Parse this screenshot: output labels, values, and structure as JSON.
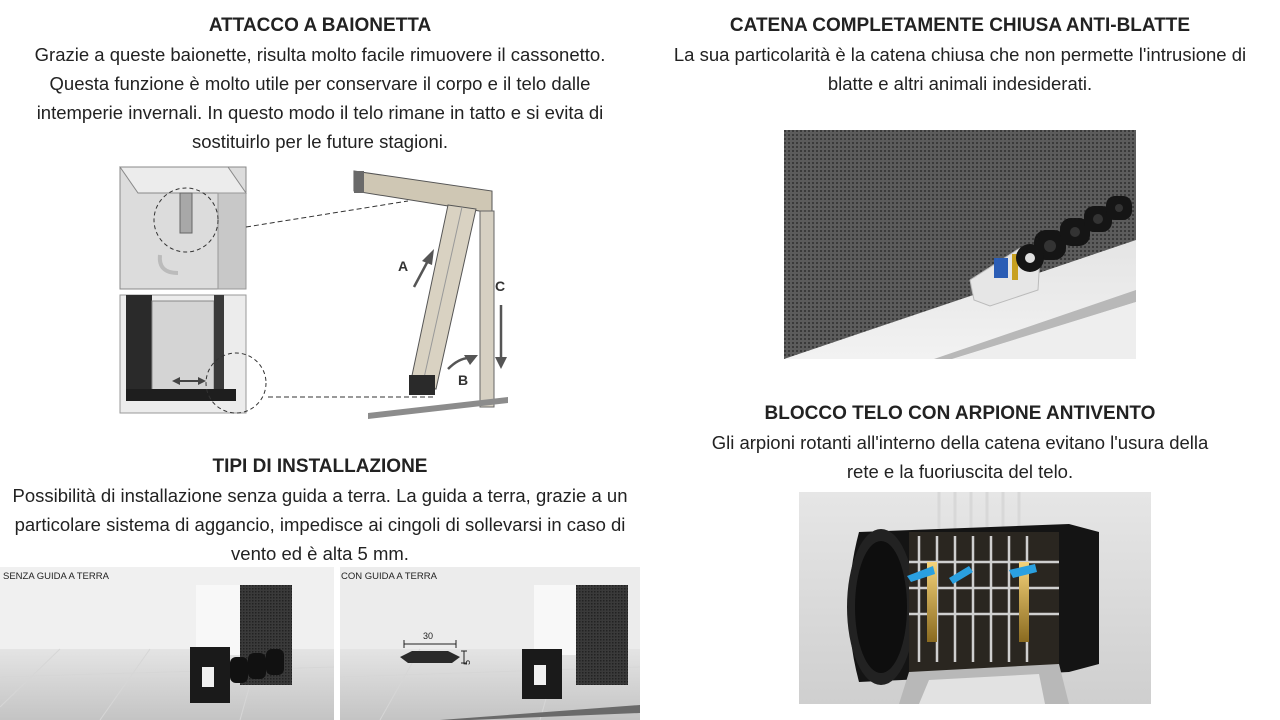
{
  "bayonet": {
    "title": "ATTACCO A BAIONETTA",
    "text": "Grazie a queste baionette, risulta molto facile rimuovere il cassonetto. Questa funzione è molto utile per conservare il corpo e il telo dalle intemperie invernali. In questo modo il telo rimane in tatto e si evita di sostituirlo per le future stagioni.",
    "diagram_labels": {
      "a": "A",
      "b": "B",
      "c": "C"
    }
  },
  "chain": {
    "title": "CATENA COMPLETAMENTE CHIUSA ANTI-BLATTE",
    "text": "La sua particolarità è la catena chiusa che non permette l'intrusione di blatte e altri animali indesiderati."
  },
  "block": {
    "title": "BLOCCO TELO CON ARPIONE ANTIVENTO",
    "text": "Gli arpioni rotanti all'interno della catena evitano l'usura della rete e la fuoriuscita del telo."
  },
  "install": {
    "title": "TIPI DI INSTALLAZIONE",
    "text": "Possibilità di installazione senza guida a terra. La guida a terra, grazie a un particolare sistema di aggancio, impedisce ai cingoli di sollevarsi in caso di vento ed è alta 5 mm.",
    "without_label": "SENZA GUIDA  A TERRA",
    "with_label": "CON GUIDA A TERRA",
    "dim_width": "30",
    "dim_height": "5"
  }
}
